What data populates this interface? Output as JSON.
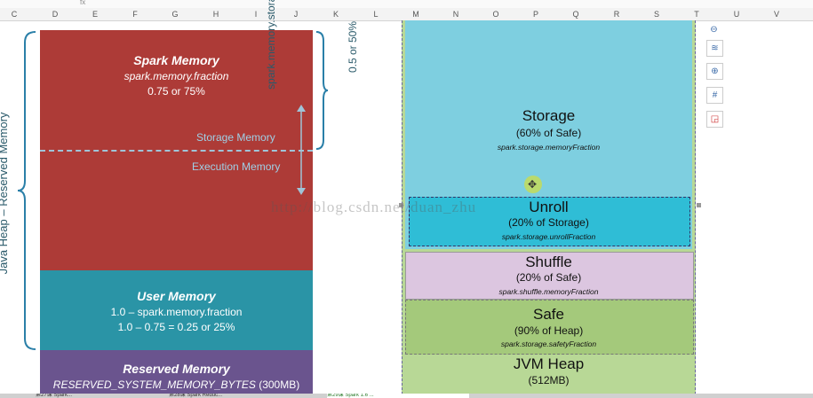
{
  "column_headers": [
    "C",
    "D",
    "E",
    "F",
    "G",
    "H",
    "I",
    "J",
    "K",
    "L",
    "M",
    "N",
    "O",
    "P",
    "Q",
    "R",
    "S",
    "T",
    "U",
    "V"
  ],
  "formula_bar": {
    "fx": "fx"
  },
  "left_diagram": {
    "spark": {
      "title": "Spark Memory",
      "param": "spark.memory.fraction",
      "value": "0.75 or 75%"
    },
    "storage_label": "Storage Memory",
    "execution_label": "Execution Memory",
    "user": {
      "title": "User Memory",
      "line1": "1.0 – spark.memory.fraction",
      "line2": "1.0 – 0.75 = 0.25 or 25%"
    },
    "reserved": {
      "title": "Reserved Memory",
      "const": "RESERVED_SYSTEM_MEMORY_BYTES",
      "size": "(300MB)"
    },
    "side_label": "Java Heap – Reserved Memory",
    "fraction_label": "spark.memory.storageFraction",
    "fraction_value": "0.5 or 50%"
  },
  "right_diagram": {
    "storage": {
      "title": "Storage",
      "sub": "(60% of Safe)",
      "key": "spark.storage.memoryFraction"
    },
    "unroll": {
      "title": "Unroll",
      "sub": "(20% of Storage)",
      "key": "spark.storage.unrollFraction"
    },
    "shuffle": {
      "title": "Shuffle",
      "sub": "(20% of Safe)",
      "key": "spark.shuffle.memoryFraction"
    },
    "safe": {
      "title": "Safe",
      "sub": "(90% of Heap)",
      "key": "spark.storage.safetyFraction"
    },
    "jvm": {
      "title": "JVM Heap",
      "sub": "(512MB)"
    }
  },
  "watermark": "http://blog.csdn.net/duan_zhu",
  "tools": [
    "minus-icon",
    "layers-icon",
    "zoom-icon",
    "grid-icon",
    "export-icon"
  ],
  "sheet_tabs": [
    "第27课 Spark...",
    "第28课 Spark Reduc...",
    "第29课 Spark 1.6 ..."
  ],
  "colors": {
    "spark": "#ad3b37",
    "user": "#2a94a6",
    "reserved": "#6a548e",
    "storage": "#7ecfe0",
    "unroll": "#2fbdd6",
    "shuffle": "#dcc6e0",
    "safe": "#a4c97b",
    "jvm": "#b8d896"
  }
}
